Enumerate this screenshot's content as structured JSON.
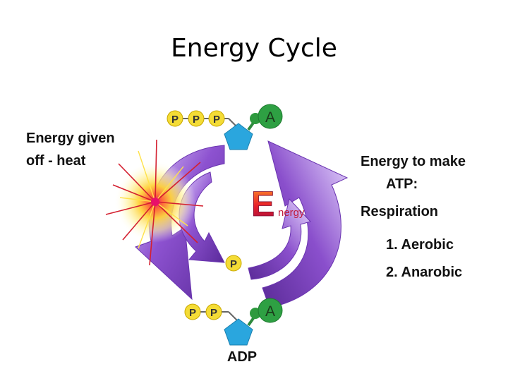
{
  "title": "Energy Cycle",
  "left_label": {
    "line1": "Energy given",
    "line2": "off - heat"
  },
  "right_label": {
    "line1": "Energy to make",
    "line2": "ATP:",
    "heading": "Respiration",
    "item1": "1.  Aerobic",
    "item2": "2. Anarobic"
  },
  "center_logo": {
    "big_letter": "E",
    "rest": "nergy"
  },
  "atp": {
    "phosphates": [
      "P",
      "P",
      "P"
    ],
    "base": "A"
  },
  "free_phosphate": "P",
  "adp": {
    "phosphates": [
      "P",
      "P"
    ],
    "base": "A",
    "label": "ADP"
  },
  "colors": {
    "arrow_purple": "#7a3fbf",
    "arrow_light": "#c9a8f0",
    "phosphate_yellow": "#f4dc36",
    "adenine_green": "#2ea043",
    "ribose_blue": "#2aa6de",
    "energy_red": "#d8202a"
  }
}
